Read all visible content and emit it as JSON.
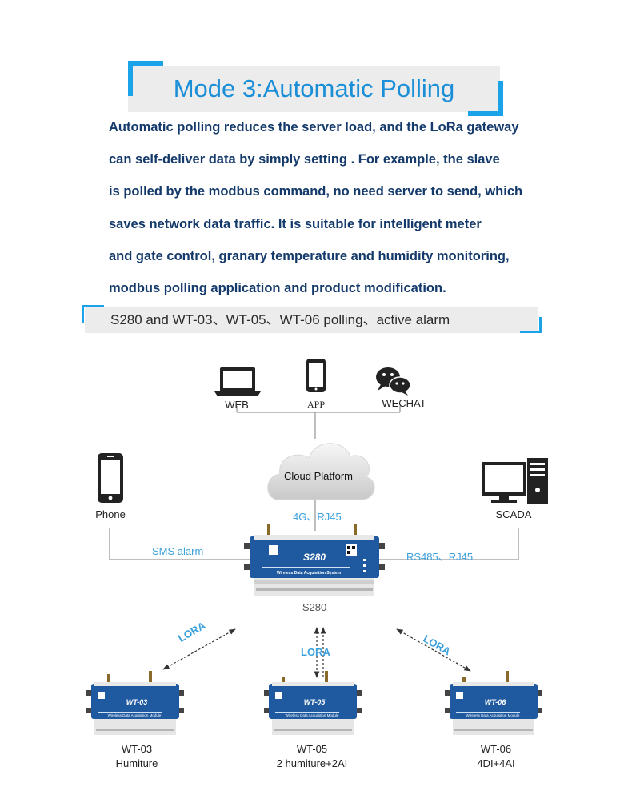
{
  "title": "Mode 3:Automatic Polling",
  "description_lines": [
    "Automatic polling reduces the server load, and the LoRa gateway",
    "can self-deliver data by simply setting . For example, the slave",
    "is polled by the modbus command, no need server to send, which",
    "saves network data traffic. It is suitable for intelligent meter",
    "and gate control, granary temperature and humidity monitoring,",
    "modbus polling application and product modification."
  ],
  "subtitle": "S280 and WT-03、WT-05、WT-06 polling、active alarm",
  "top_nodes": {
    "web": "WEB",
    "app": "APP",
    "wechat": "WECHAT"
  },
  "cloud": {
    "label": "Cloud Platform",
    "link_label": "4G、RJ45"
  },
  "phone": {
    "label": "Phone",
    "link_label": "SMS alarm"
  },
  "scada": {
    "label": "SCADA",
    "link_label": "RS485、RJ45"
  },
  "gateway": {
    "label": "S280",
    "front_text": "S280",
    "subtitle": "Wireless Data Acquisition System"
  },
  "lora_label": "LORA",
  "devices": [
    {
      "id": "wt03",
      "model": "WT-03",
      "desc": "Humiture",
      "front_text": "WT-03",
      "subtitle": "Wireless Data Acquisition Module"
    },
    {
      "id": "wt05",
      "model": "WT-05",
      "desc": "2 humiture+2AI",
      "front_text": "WT-05",
      "subtitle": "Wireless Data Acquisition Module"
    },
    {
      "id": "wt06",
      "model": "WT-06",
      "desc": "4DI+4AI",
      "front_text": "WT-06",
      "subtitle": "Wireless Data Acquisition Module"
    }
  ],
  "colors": {
    "accent": "#1aa3e8",
    "text_dark": "#143a6b",
    "device_blue": "#17579c",
    "link_blue": "#3aa0dc"
  }
}
